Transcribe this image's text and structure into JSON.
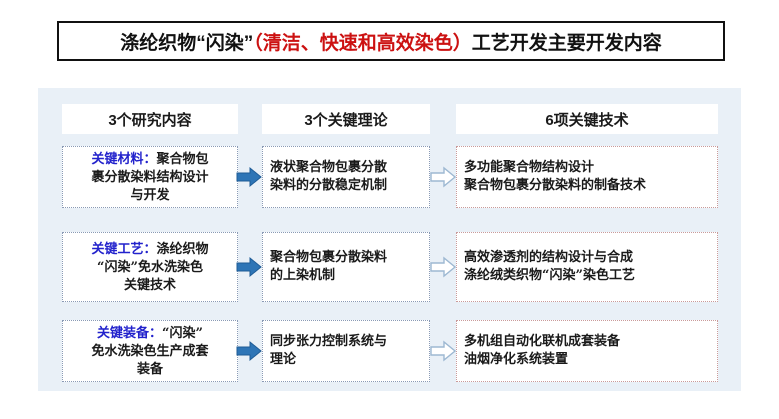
{
  "title": {
    "part1": "涤纶织物“闪染”",
    "highlight": "（清洁、快速和高效染色）",
    "part2": "工艺开发主要开发内容"
  },
  "headers": [
    {
      "label": "3个研究内容"
    },
    {
      "label": "3个关键理论"
    },
    {
      "label": "6项关键技术"
    }
  ],
  "rows": [
    {
      "research": {
        "key": "关键材料：",
        "lines": [
          "聚合物包",
          "裹分散染料结构设计",
          "与开发"
        ]
      },
      "theory": {
        "lines": [
          "液状聚合物包裹分散",
          "染料的分散稳定机制"
        ]
      },
      "technology": {
        "lines": [
          "多功能聚合物结构设计",
          "聚合物包裹分散染料的制备技术"
        ]
      }
    },
    {
      "research": {
        "key": "关键工艺：",
        "lines": [
          "涤纶织物",
          "“闪染”免水洗染色",
          "关键技术"
        ]
      },
      "theory": {
        "lines": [
          "聚合物包裹分散染料",
          "的上染机制"
        ]
      },
      "technology": {
        "lines": [
          "高效渗透剂的结构设计与合成",
          "涤纶绒类织物“闪染”染色工艺"
        ]
      }
    },
    {
      "research": {
        "key": "关键装备：",
        "lines": [
          "“闪染”",
          "免水洗染色生产成套",
          "装备"
        ]
      },
      "theory": {
        "lines": [
          "同步张力控制系统与",
          "理论"
        ]
      },
      "technology": {
        "lines": [
          "多机组自动化联机成套装备",
          "油烟净化系统装置"
        ]
      }
    }
  ],
  "arrows": {
    "solid_label": "arrow-right-solid",
    "hollow_label": "arrow-right-hollow"
  },
  "colors": {
    "accent_red": "#CC1111",
    "key_blue": "#2222CC",
    "panel_bg": "#E9F0F7",
    "arrow_solid": "#2E75B6",
    "arrow_hollow_stroke": "#9DB8D2"
  }
}
